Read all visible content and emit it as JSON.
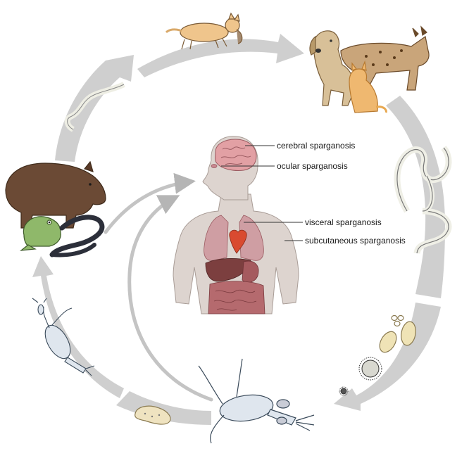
{
  "labels": {
    "cerebral": "cerebral sparganosis",
    "ocular": "ocular sparganosis",
    "visceral": "visceral sparganosis",
    "subcutaneous": "subcutaneous sparganosis"
  },
  "colors": {
    "cycle_arrow": "#cfcfcf",
    "inner_arrow": "#c4c4c4",
    "skin": "#ddd4cf",
    "brain": "#e2a0a4",
    "heart": "#d94a30",
    "liver": "#7c3f3f",
    "intestine": "#b56a6e",
    "lung": "#cf9ea3",
    "boar": "#6b4a35",
    "frog": "#8fb86a",
    "snake": "#2c2f3a",
    "cat": "#efc58c",
    "dog": "#d8c098",
    "lynx": "#c9a57a",
    "worm": "#e8e8e0",
    "copepod": "#dfe6ee"
  },
  "icons": [
    "walking-cat-icon",
    "dog-icon",
    "lynx-icon",
    "sitting-cat-icon",
    "adult-tapeworm-icon",
    "egg-icon",
    "coracidium-icon",
    "copepod-icon",
    "procercoid-icon",
    "small-copepod-icon",
    "boar-icon",
    "frog-icon",
    "snake-icon",
    "plerocercoid-icon",
    "human-head-icon",
    "brain-icon",
    "human-torso-icon",
    "heart-icon",
    "liver-icon",
    "intestine-icon"
  ]
}
